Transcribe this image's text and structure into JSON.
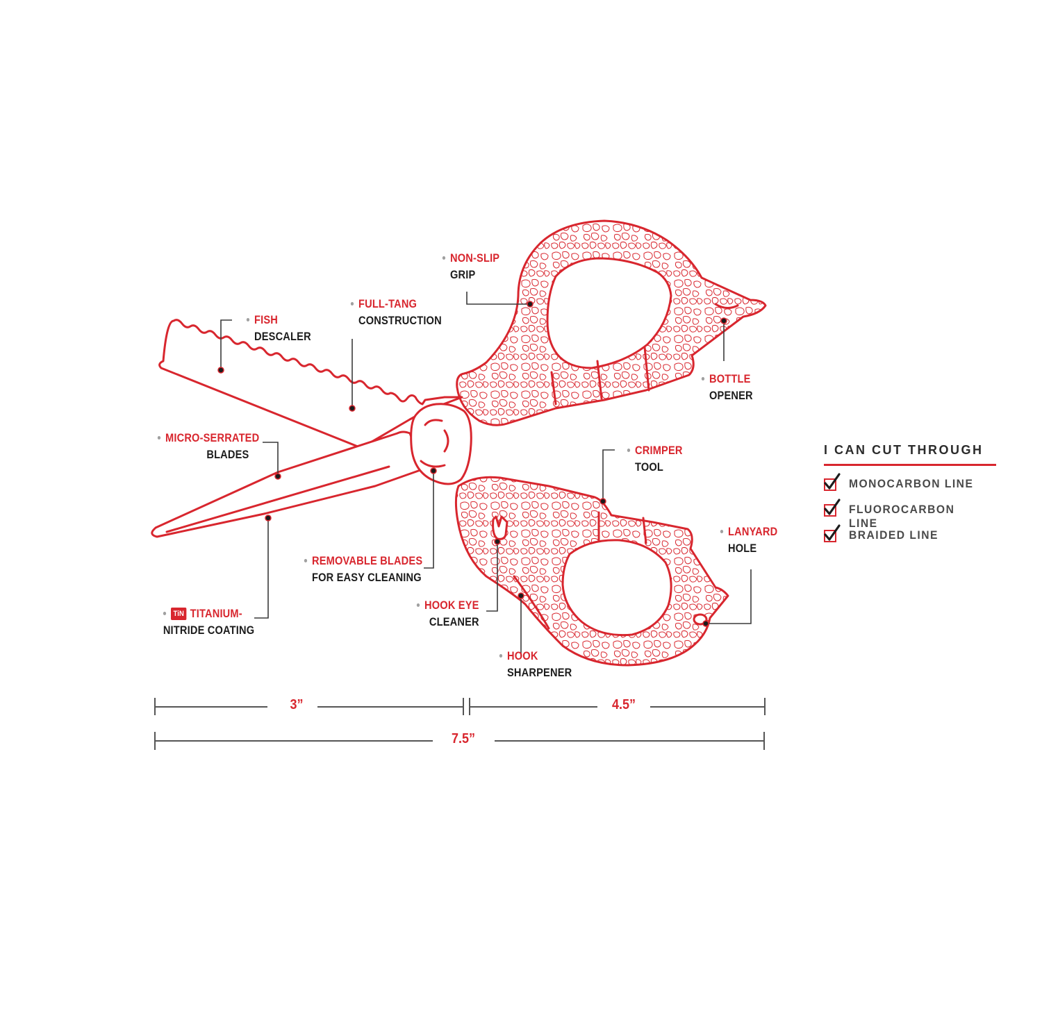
{
  "callouts": {
    "fish_descaler": {
      "line1": "FISH",
      "line2": "DESCALER"
    },
    "full_tang": {
      "line1": "FULL-TANG",
      "line2": "CONSTRUCTION"
    },
    "non_slip_grip": {
      "line1": "NON-SLIP",
      "line2": "GRIP"
    },
    "bottle_opener": {
      "line1": "BOTTLE",
      "line2": "OPENER"
    },
    "micro_serrated": {
      "line1": "MICRO-SERRATED",
      "line2": "BLADES"
    },
    "crimper_tool": {
      "line1": "CRIMPER",
      "line2": "TOOL"
    },
    "lanyard_hole": {
      "line1": "LANYARD",
      "line2": "HOLE"
    },
    "removable_blades": {
      "line1": "REMOVABLE BLADES",
      "line2": "FOR EASY CLEANING"
    },
    "hook_eye_cleaner": {
      "line1": "HOOK EYE",
      "line2": "CLEANER"
    },
    "titanium_nitride": {
      "badge": "TiN",
      "line1": "TITANIUM-",
      "line2": "NITRIDE COATING"
    },
    "hook_sharpener": {
      "line1": "HOOK",
      "line2": "SHARPENER"
    }
  },
  "dimensions": {
    "blade_length": "3”",
    "handle_length": "4.5”",
    "overall_length": "7.5”"
  },
  "legend": {
    "title": "I CAN CUT THROUGH",
    "items": [
      "MONOCARBON LINE",
      "FLUOROCARBON LINE",
      "BRAIDED LINE"
    ]
  },
  "colors": {
    "accent": "#d8262e",
    "text_dark": "#1c1c1c",
    "dim_line": "#555555"
  }
}
